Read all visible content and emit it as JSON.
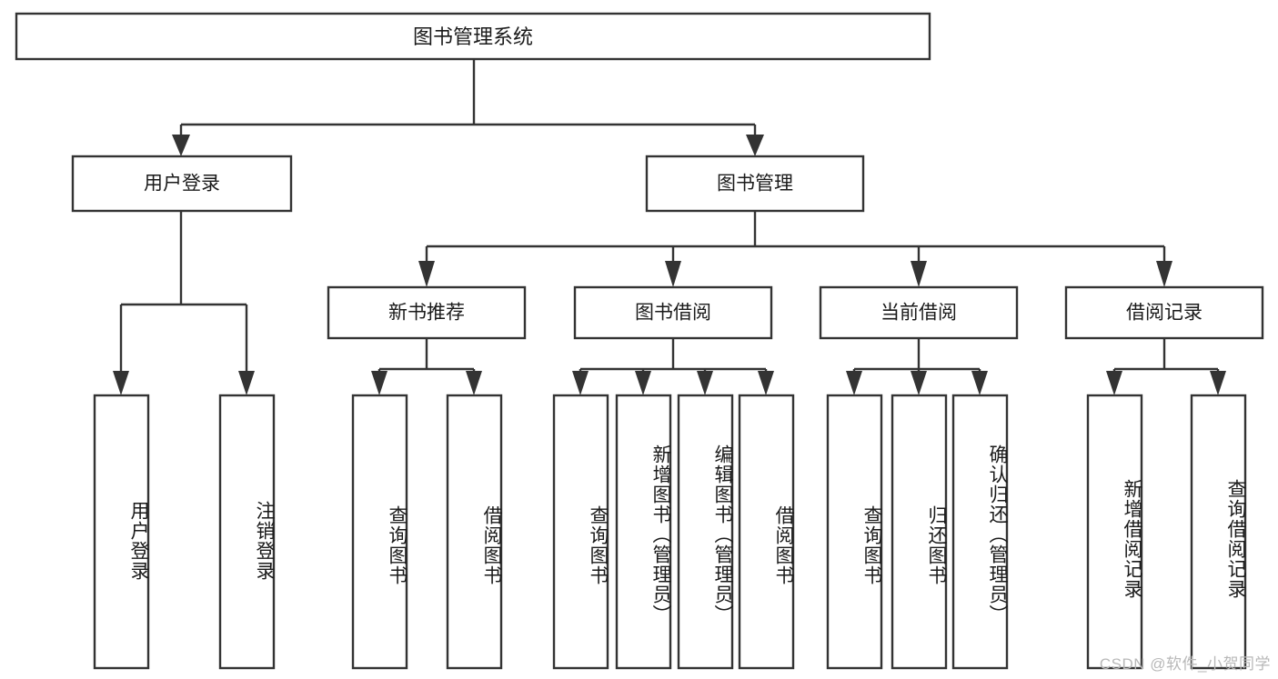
{
  "diagram": {
    "type": "tree-hierarchy-chart",
    "title": "图书管理系统",
    "watermark": "CSDN @软件_小贺同学",
    "colors": {
      "stroke": "#333333",
      "fill": "#ffffff",
      "text": "#1a1a1a",
      "watermark": "#b8b8b8"
    },
    "levels": {
      "root": {
        "label": "图书管理系统"
      },
      "level2": [
        {
          "label": "用户登录"
        },
        {
          "label": "图书管理"
        }
      ],
      "level3": [
        {
          "label": "新书推荐"
        },
        {
          "label": "图书借阅"
        },
        {
          "label": "当前借阅"
        },
        {
          "label": "借阅记录"
        }
      ],
      "leaves": [
        {
          "label": "用户登录",
          "parent": "用户登录"
        },
        {
          "label": "注销登录",
          "parent": "用户登录"
        },
        {
          "label": "查询图书",
          "parent": "新书推荐"
        },
        {
          "label": "借阅图书",
          "parent": "新书推荐"
        },
        {
          "label": "查询图书",
          "parent": "图书借阅"
        },
        {
          "label": "新增图书（管理员）",
          "parent": "图书借阅"
        },
        {
          "label": "编辑图书（管理员）",
          "parent": "图书借阅"
        },
        {
          "label": "借阅图书",
          "parent": "图书借阅"
        },
        {
          "label": "查询图书",
          "parent": "当前借阅"
        },
        {
          "label": "归还图书",
          "parent": "当前借阅"
        },
        {
          "label": "确认归还（管理员）",
          "parent": "当前借阅"
        },
        {
          "label": "新增借阅记录",
          "parent": "借阅记录"
        },
        {
          "label": "查询借阅记录",
          "parent": "借阅记录"
        }
      ]
    }
  }
}
